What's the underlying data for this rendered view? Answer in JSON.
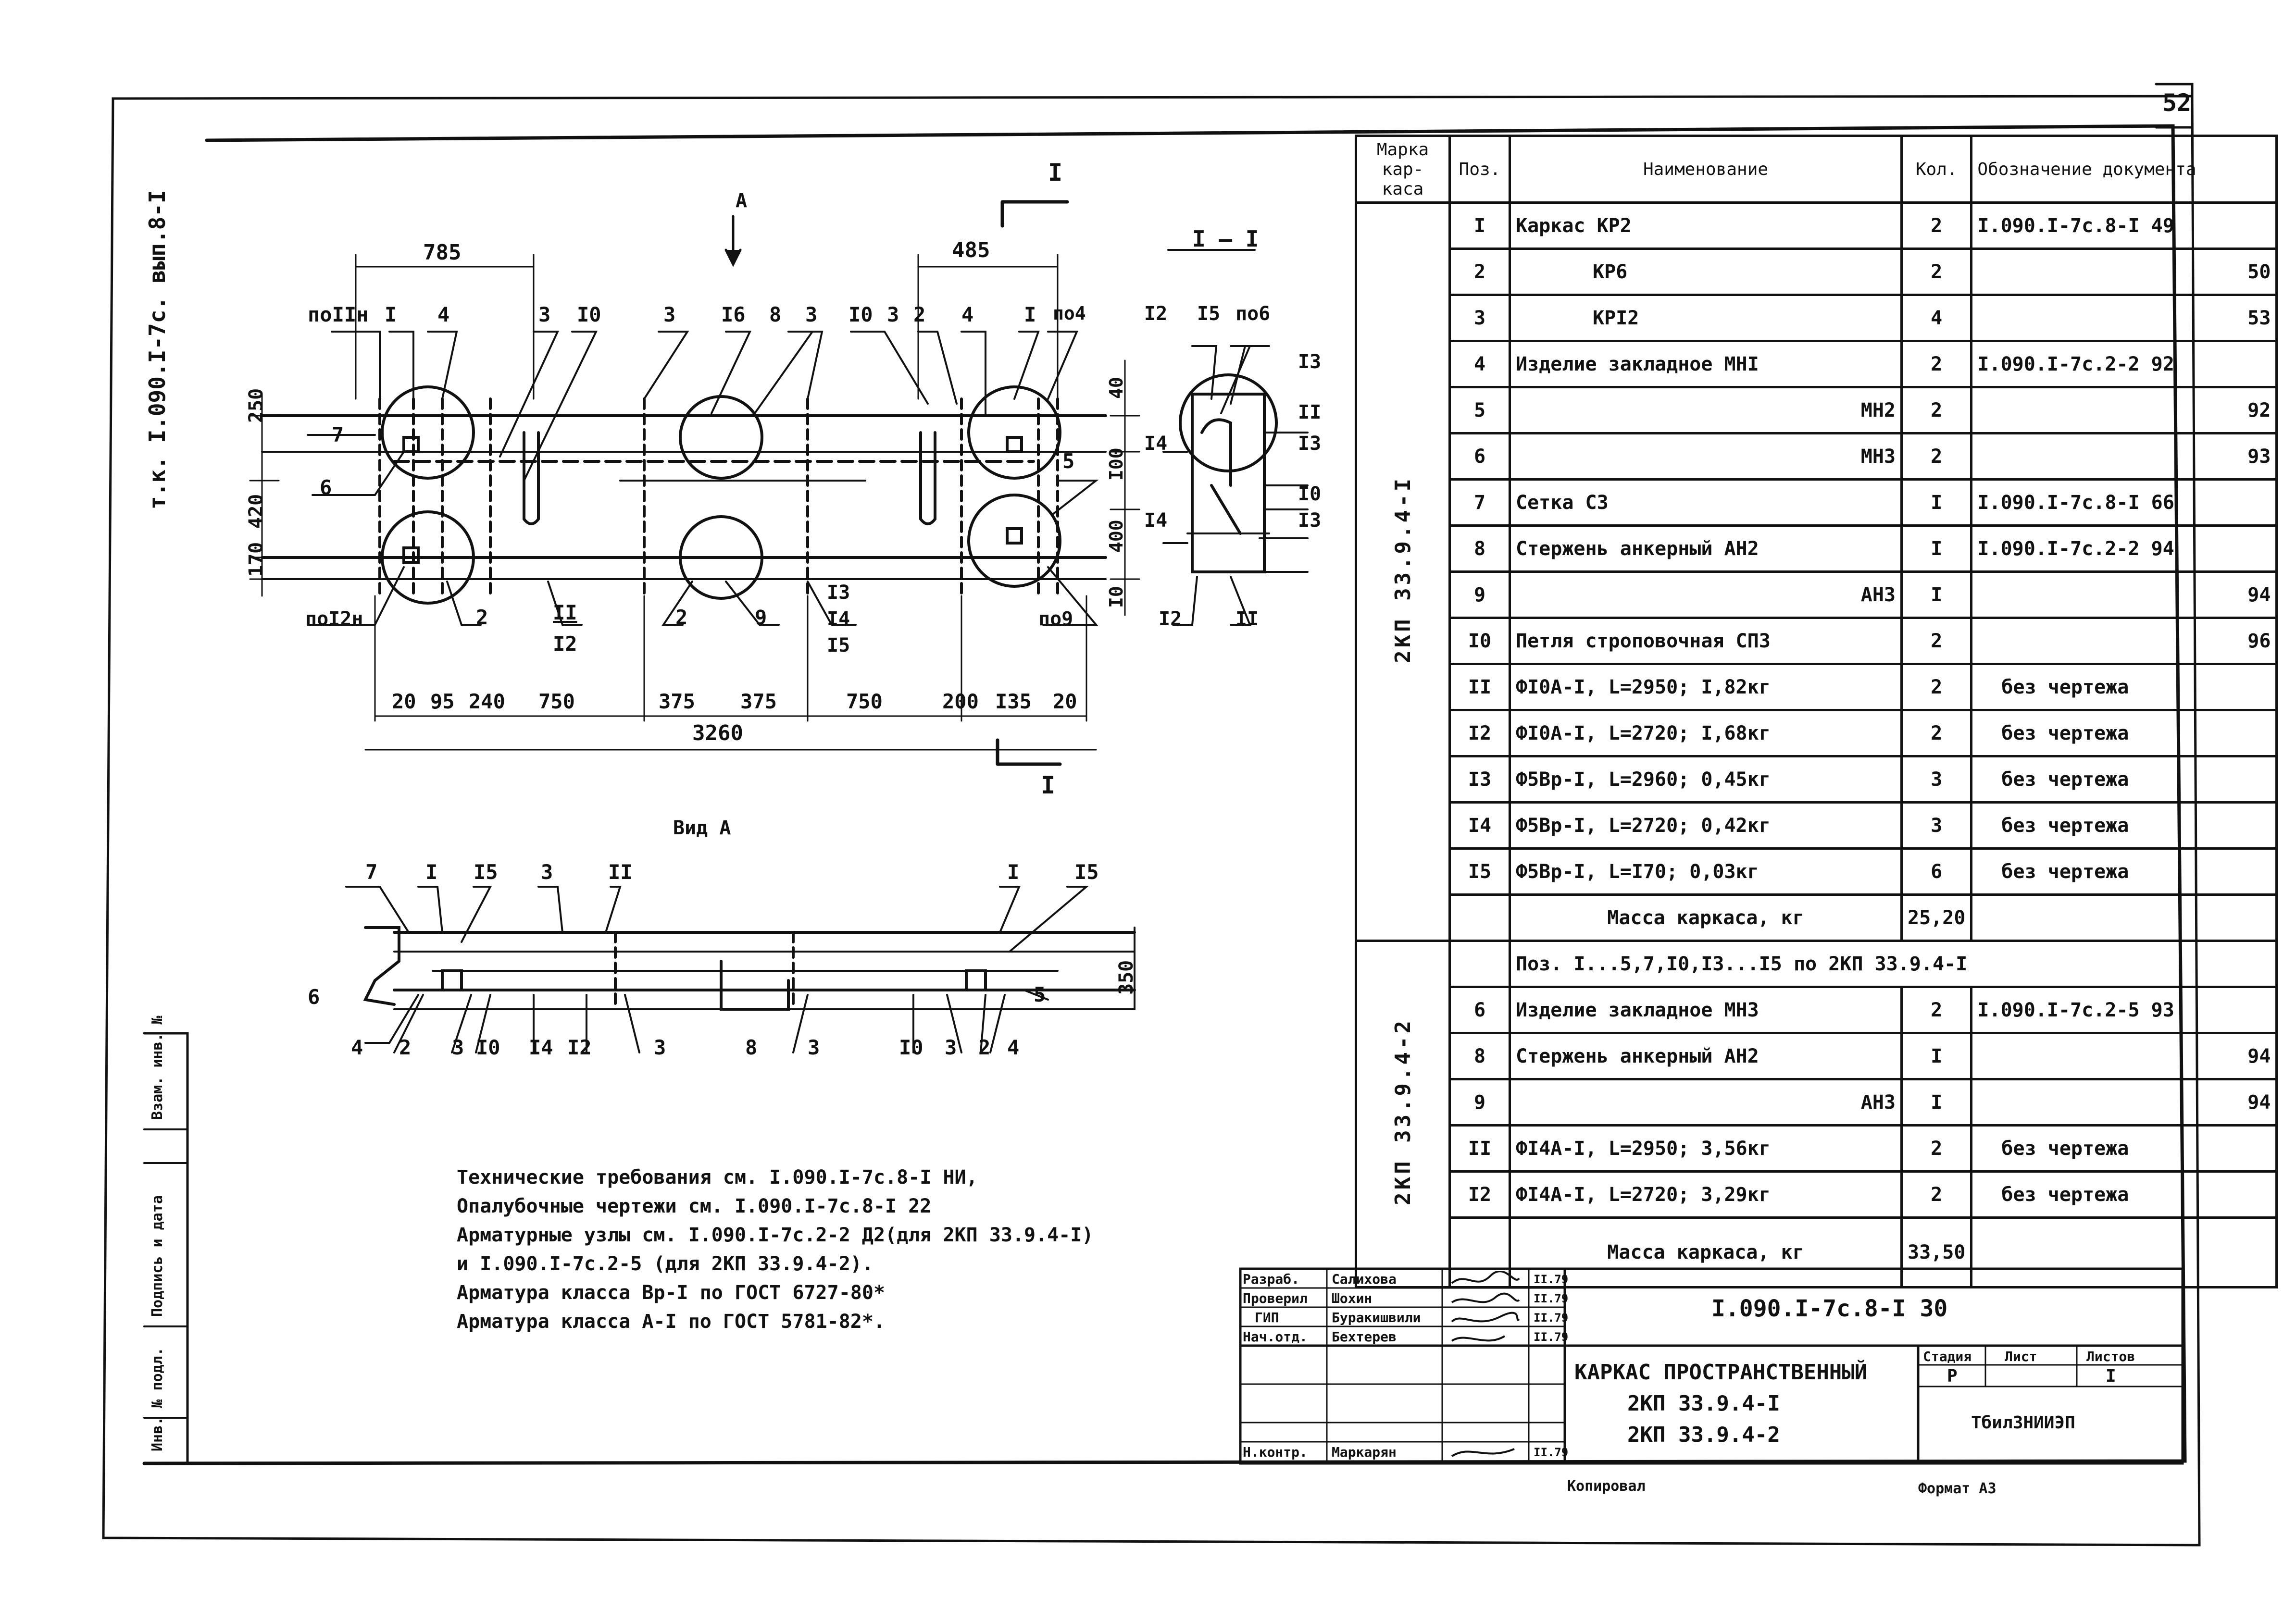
{
  "sheet": {
    "number": "52"
  },
  "margin_code": "т.к. I.090.I-7с. вып.8-I",
  "left_strip": [
    "Инв. № подл.",
    "Подпись и дата",
    "Взам. инв. №"
  ],
  "main_view": {
    "section_mark": "I",
    "view_arrow": "A",
    "dims_top": [
      "785",
      "485"
    ],
    "callouts_top": [
      "поIIн",
      "I",
      "4",
      "3",
      "I0",
      "3",
      "I6",
      "8",
      "3",
      "I0",
      "3",
      "2",
      "4",
      "I",
      "по4"
    ],
    "callouts_left": [
      "7",
      "6",
      "поI2н"
    ],
    "callouts_right": [
      "5",
      "по9"
    ],
    "callouts_bottom": [
      "2",
      "II",
      "I2",
      "2",
      "9",
      "I3",
      "I4",
      "I5"
    ],
    "dims_left": [
      "250",
      "420",
      "170"
    ],
    "dims_right": [
      "40",
      "I00",
      "400",
      "I0"
    ],
    "dims_bottom": [
      "20",
      "95",
      "240",
      "750",
      "375",
      "375",
      "750",
      "200",
      "I35",
      "20"
    ],
    "total_length": "3260"
  },
  "section_view": {
    "title": "I – I",
    "callouts": [
      "I2",
      "I5",
      "по6",
      "I3",
      "II",
      "I3",
      "I0",
      "I3",
      "I4",
      "I4",
      "I2",
      "II"
    ]
  },
  "view_a": {
    "title": "Вид А",
    "callouts_top": [
      "7",
      "I",
      "I5",
      "3",
      "II",
      "I",
      "I5"
    ],
    "callouts_bottom": [
      "4",
      "2",
      "3",
      "I0",
      "I4",
      "I2",
      "3",
      "8",
      "3",
      "I0",
      "3",
      "2",
      "4"
    ],
    "callouts_side": [
      "6",
      "5"
    ],
    "height": "350"
  },
  "notes": [
    "Технические требования см. I.090.I-7с.8-I НИ,",
    "Опалубочные чертежи см. I.090.I-7с.8-I 22",
    "Арматурные узлы см. I.090.I-7с.2-2 Д2(для 2КП 33.9.4-I)",
    "и I.090.I-7с.2-5 (для 2КП 33.9.4-2).",
    "Арматура класса Вр-I по ГОСТ 6727-80*",
    "Арматура класса А-I по ГОСТ 5781-82*."
  ],
  "spec_table": {
    "headers": [
      "Марка кар-каса",
      "Поз.",
      "Наименование",
      "Кол.",
      "Обозначение документа"
    ],
    "group1": {
      "mark": "2КП 33.9.4-I",
      "rows": [
        [
          "I",
          "Каркас КР2",
          "2",
          "I.090.I-7с.8-I 49"
        ],
        [
          "2",
          "КР6",
          "2",
          "50"
        ],
        [
          "3",
          "КРI2",
          "4",
          "53"
        ],
        [
          "4",
          "Изделие закладное МНI",
          "2",
          "I.090.I-7с.2-2 92"
        ],
        [
          "5",
          "МН2",
          "2",
          "92"
        ],
        [
          "6",
          "МН3",
          "2",
          "93"
        ],
        [
          "7",
          "Сетка С3",
          "I",
          "I.090.I-7с.8-I 66"
        ],
        [
          "8",
          "Стержень анкерный АН2",
          "I",
          "I.090.I-7с.2-2 94"
        ],
        [
          "9",
          "АН3",
          "I",
          "94"
        ],
        [
          "I0",
          "Петля строповочная СП3",
          "2",
          "96"
        ],
        [
          "II",
          "ФI0А-I, L=2950; I,82кг",
          "2",
          "без чертежа"
        ],
        [
          "I2",
          "ФI0А-I, L=2720; I,68кг",
          "2",
          "без чертежа"
        ],
        [
          "I3",
          "Ф5Вр-I, L=2960; 0,45кг",
          "3",
          "без чертежа"
        ],
        [
          "I4",
          "Ф5Вр-I, L=2720; 0,42кг",
          "3",
          "без чертежа"
        ],
        [
          "I5",
          "Ф5Вр-I, L=I70; 0,03кг",
          "6",
          "без чертежа"
        ]
      ],
      "mass_label": "Масса каркаса, кг",
      "mass": "25,20"
    },
    "group2": {
      "mark": "2КП 33.9.4-2",
      "ref_row": "Поз. I...5,7,I0,I3...I5 по 2КП 33.9.4-I",
      "rows": [
        [
          "6",
          "Изделие закладное МН3",
          "2",
          "I.090.I-7с.2-5 93"
        ],
        [
          "8",
          "Стержень анкерный АН2",
          "I",
          "94"
        ],
        [
          "9",
          "АН3",
          "I",
          "94"
        ],
        [
          "II",
          "ФI4А-I, L=2950; 3,56кг",
          "2",
          "без чертежа"
        ],
        [
          "I2",
          "ФI4А-I, L=2720; 3,29кг",
          "2",
          "без чертежа"
        ]
      ],
      "mass_label": "Масса каркаса, кг",
      "mass": "33,50"
    }
  },
  "title_block": {
    "roles": [
      "Разраб.",
      "Проверил",
      "ГИП",
      "Нач.отд.",
      "",
      "Н.контр."
    ],
    "names": [
      "Салихова",
      "Шохин",
      "Буракишвили",
      "Бехтерев",
      "",
      "Маркарян"
    ],
    "dates": [
      "II.79",
      "II.79",
      "II.79",
      "II.79",
      "",
      "II.79"
    ],
    "doc_code": "I.090.I-7с.8-I 30",
    "title": "КАРКАС ПРОСТРАНСТВЕННЫЙ",
    "marks": [
      "2КП 33.9.4-I",
      "2КП 33.9.4-2"
    ],
    "stage_label": "Стадия",
    "sheet_label": "Лист",
    "sheets_label": "Листов",
    "stage": "Р",
    "sheets": "I",
    "org": "ТбилЗНИИЭП"
  },
  "footer": {
    "copied": "Копировал",
    "format": "Формат А3"
  }
}
